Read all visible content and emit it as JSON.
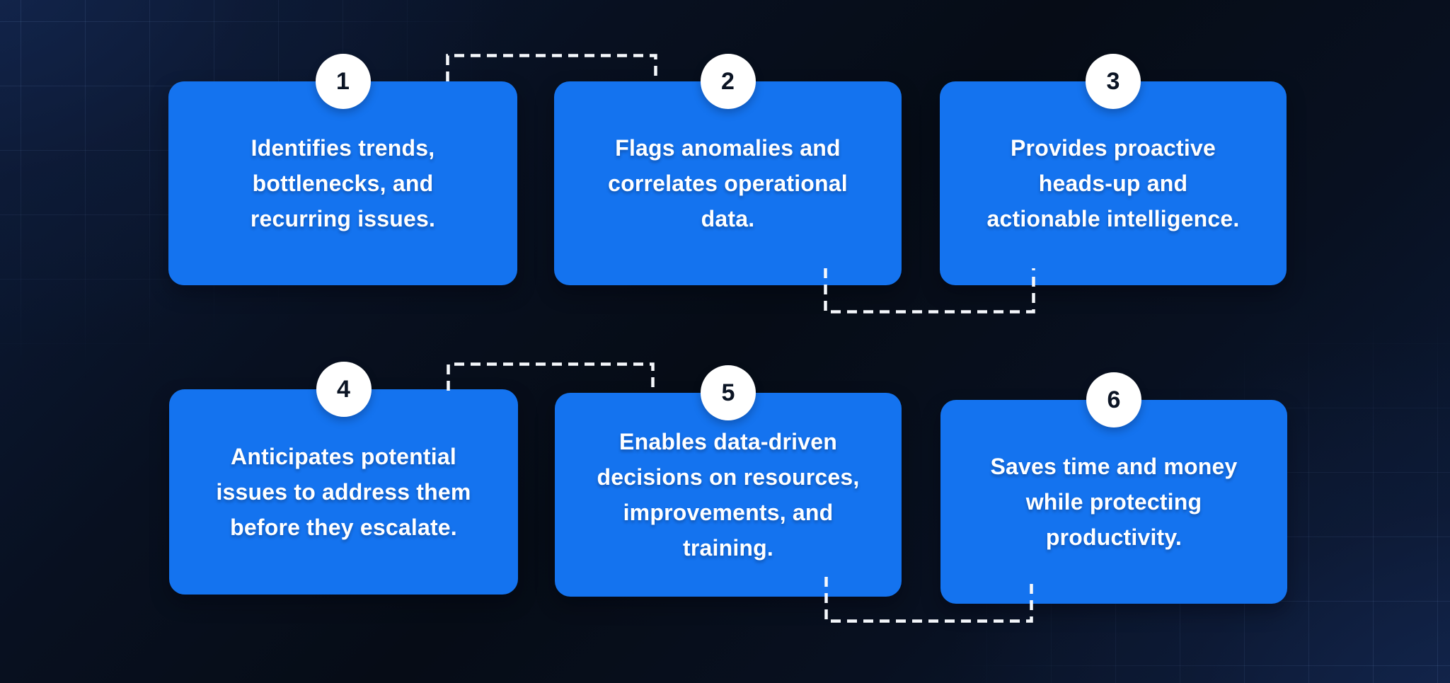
{
  "infographic": {
    "steps": [
      {
        "number": "1",
        "text": "Identifies trends,\nbottlenecks, and\nrecurring issues."
      },
      {
        "number": "2",
        "text": "Flags anomalies and\ncorrelates operational\ndata."
      },
      {
        "number": "3",
        "text": "Provides proactive\nheads-up and\nactionable intelligence."
      },
      {
        "number": "4",
        "text": "Anticipates potential\nissues to address them\nbefore they escalate."
      },
      {
        "number": "5",
        "text": "Enables data-driven\ndecisions on resources,\nimprovements, and\ntraining."
      },
      {
        "number": "6",
        "text": "Saves time and money\nwhile protecting\nproductivity."
      }
    ]
  },
  "colors": {
    "card_blue": "#1473ef",
    "badge_background": "#ffffff",
    "badge_number": "#0b1424",
    "card_text": "#ffffff",
    "connector": "#f5f8fc",
    "background_center": "#060c16",
    "background_corner_glow": "#13264e",
    "grid_line": "rgba(130,165,225,0.14)"
  }
}
